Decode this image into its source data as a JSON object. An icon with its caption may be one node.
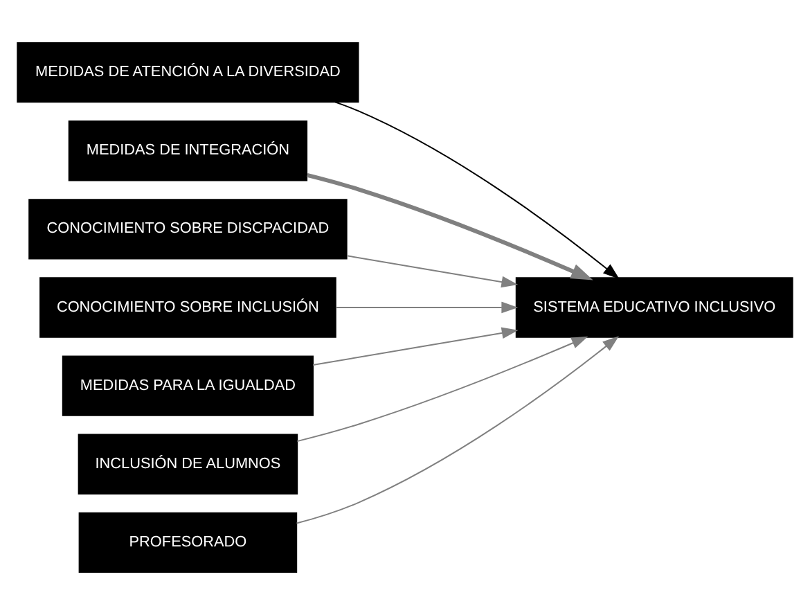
{
  "diagram": {
    "nodes": [
      {
        "text": [
          "MEDIDAS DE ATENCIÓN A LA DIVERSIDAD"
        ]
      },
      {
        "text": [
          "MEDIDAS DE INTEGRACIÓN"
        ]
      },
      {
        "text": [
          "CONOCIMIENTO SOBRE DISCPACIDAD"
        ]
      },
      {
        "text": [
          "CONOCIMIENTO SOBRE INCLUSIÓN"
        ]
      },
      {
        "text": [
          "MEDIDAS PARA LA IGUALDAD"
        ]
      },
      {
        "text": [
          "INCLUSIÓN DE ALUMNOS"
        ]
      },
      {
        "text": [
          "PROFESORADO"
        ]
      },
      {
        "text": [
          "SISTEMA EDUCATIVO INCLUSIVO"
        ]
      }
    ],
    "edges": [
      {
        "from": 0,
        "to": 7,
        "arrow": "to",
        "color": "#000000"
      },
      {
        "from": 1,
        "to": 7,
        "arrow": "to",
        "style": "thick"
      },
      {
        "from": 2,
        "to": 7,
        "arrow": "to"
      },
      {
        "from": 3,
        "to": 7,
        "arrow": "to"
      },
      {
        "from": 4,
        "to": 7,
        "arrow": "to"
      },
      {
        "from": 5,
        "to": 7,
        "arrow": "to"
      },
      {
        "from": 6,
        "to": 7,
        "arrow": "to"
      }
    ]
  }
}
